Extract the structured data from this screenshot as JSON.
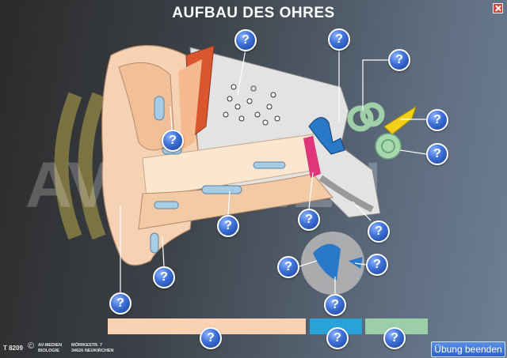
{
  "window": {
    "title": "AUFBAU DES OHRES",
    "close_icon": "close-icon"
  },
  "watermark_text": "AV-MEDIEN",
  "hotspots": [
    "?",
    "?",
    "?",
    "?",
    "?",
    "?",
    "?",
    "?",
    "?",
    "?",
    "?",
    "?",
    "?",
    "?",
    "?",
    "?"
  ],
  "answer_bars": {
    "outer_ear_color": "#f9d1b3",
    "middle_ear_color": "#29a1d9",
    "inner_ear_color": "#9ccfa7"
  },
  "footer": {
    "code": "T 8209",
    "copyright": "©",
    "publisher": "AV-MEDIEN",
    "subject": "BIOLOGIE",
    "street": "MÖRIKESTR. 7",
    "city": "34626  NEUKIRCHEN",
    "end_button": "Übung beenden"
  },
  "colors": {
    "hotspot_blue": "#3c6fd6",
    "skin": "#f4c9a3",
    "bone": "#dcdcdc",
    "ossicles": "#2a78c8"
  }
}
